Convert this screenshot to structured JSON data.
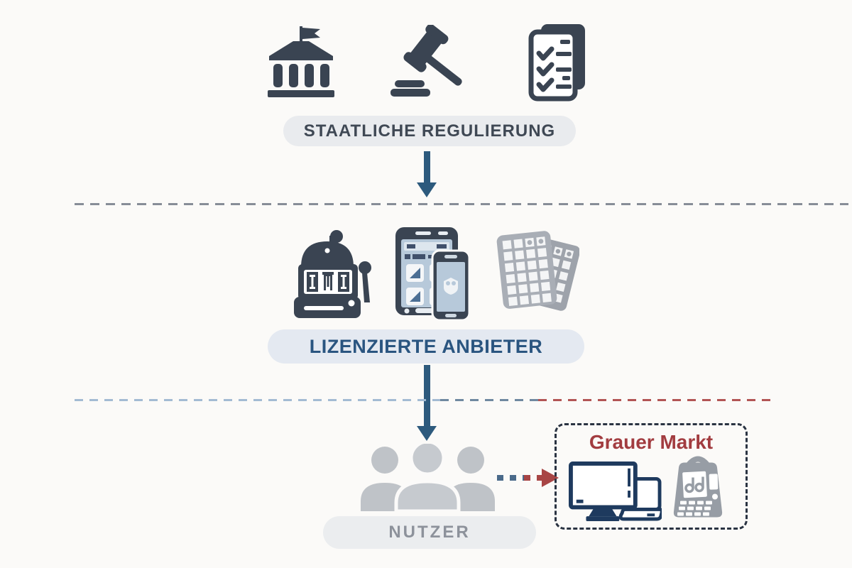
{
  "levels": [
    {
      "id": "staatliche-regulierung",
      "label": "STAATLICHE REGULIERUNG",
      "icons": [
        "government-building-icon",
        "gavel-icon",
        "checklist-icon"
      ]
    },
    {
      "id": "lizenzierte-anbieter",
      "label": "LIZENZIERTE ANBIETER",
      "icons": [
        "slot-machine-icon",
        "mobile-devices-icon",
        "bingo-cards-icon"
      ]
    },
    {
      "id": "nutzer",
      "label": "NUTZER",
      "icons": [
        "user-group-icon"
      ]
    }
  ],
  "gray_market": {
    "title": "Grauer Markt",
    "icons": [
      "desktop-laptop-icon",
      "betting-terminal-icon"
    ]
  },
  "connectors": {
    "down_arrows": 2,
    "divider_top_color": "#878d97",
    "divider_bottom_colors": [
      "#a3bbd3",
      "#6f88a0",
      "#b25454"
    ],
    "leak_arrow_colors": [
      "#4a6a8a",
      "#a84545"
    ]
  },
  "colors": {
    "background": "#fbfaf8",
    "icon_slate": "#3a4452",
    "arrow_blue": "#2d5a7d",
    "label1_text": "#3f4854",
    "label1_bg": "#e9ebee",
    "label2_text": "#2a5580",
    "label2_bg": "#e4e9f1",
    "label3_text": "#8d929b",
    "label3_bg": "#ebedef",
    "gray_market_title": "#a23c40",
    "gray_market_border": "#2a3342",
    "outline_navy": "#1e3a5e",
    "neutral_gray": "#a9aeb6",
    "people_gray": "#bfc3c8"
  }
}
